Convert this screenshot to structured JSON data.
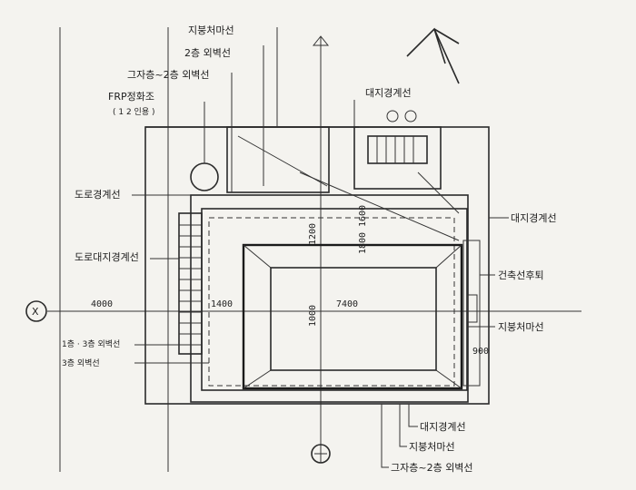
{
  "labels": {
    "roof_cornice": "지붕처마선",
    "second_floor_wall": "2층 외벽선",
    "ground_second_wall": "그자층~2층 외벽선",
    "frp_tank": "FRP정화조",
    "frp_tank_sub": "( 1 2 인용 )",
    "property_line_left": "도로경계선",
    "road_building_line": "도로대지경계선",
    "ground_floor_wall": "1층 · 3층 외벽선",
    "third_floor_line": "3층 외벽선",
    "neighbor_line_top": "대지경계선",
    "neighbor_line_right": "대지경계선",
    "building_line_right": "건축선후퇴",
    "roof_line_right": "지붕처마선",
    "neighbor_line_bottom": "대지경계선",
    "roof_line_bottom": "지붕처마선",
    "bottom_wall_line": "그자층~2층 외벽선"
  },
  "dimensions": {
    "d_1200": "1200",
    "d_4000": "4000",
    "d_1400": "1400",
    "d_7400": "7400",
    "d_1000": "1000",
    "d_1600": "1600",
    "d_1800": "1800",
    "d_900": "900"
  },
  "axis": {
    "x_marker": "X"
  },
  "colors": {
    "ink": "#1e1e1e",
    "paper": "#f4f3ef"
  }
}
